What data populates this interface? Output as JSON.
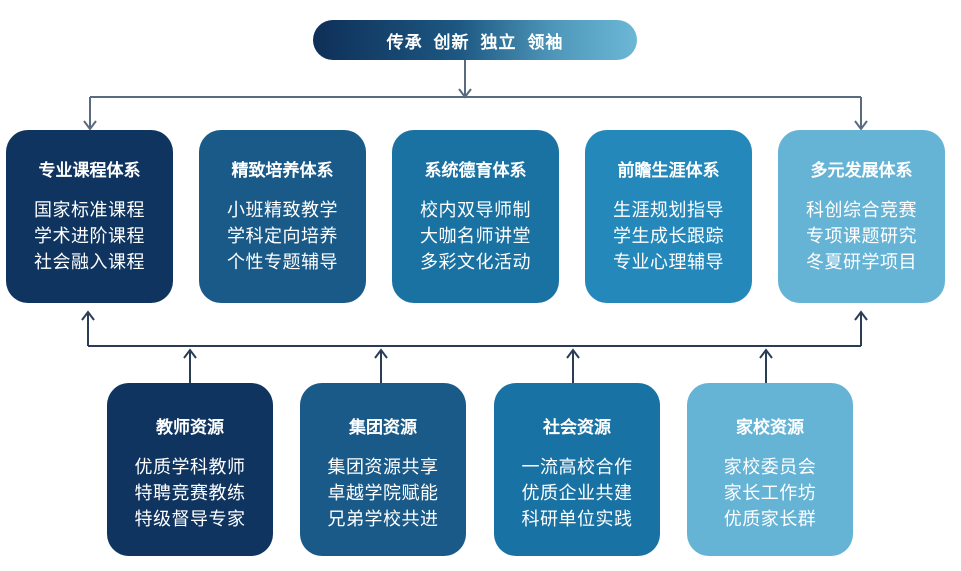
{
  "header": {
    "motto": "传承 创新 独立 领袖"
  },
  "systems": [
    {
      "title": "专业课程体系",
      "items": [
        "国家标准课程",
        "学术进阶课程",
        "社会融入课程"
      ],
      "color": "#0f3460"
    },
    {
      "title": "精致培养体系",
      "items": [
        "小班精致教学",
        "学科定向培养",
        "个性专题辅导"
      ],
      "color": "#1a5a88"
    },
    {
      "title": "系统德育体系",
      "items": [
        "校内双导师制",
        "大咖名师讲堂",
        "多彩文化活动"
      ],
      "color": "#1a72a3"
    },
    {
      "title": "前瞻生涯体系",
      "items": [
        "生涯规划指导",
        "学生成长跟踪",
        "专业心理辅导"
      ],
      "color": "#2488bb"
    },
    {
      "title": "多元发展体系",
      "items": [
        "科创综合竞赛",
        "专项课题研究",
        "冬夏研学项目"
      ],
      "color": "#65b3d5"
    }
  ],
  "resources": [
    {
      "title": "教师资源",
      "items": [
        "优质学科教师",
        "特聘竞赛教练",
        "特级督导专家"
      ],
      "color": "#0f3460"
    },
    {
      "title": "集团资源",
      "items": [
        "集团资源共享",
        "卓越学院赋能",
        "兄弟学校共进"
      ],
      "color": "#1a5a88"
    },
    {
      "title": "社会资源",
      "items": [
        "一流高校合作",
        "优质企业共建",
        "科研单位实践"
      ],
      "color": "#1872a4"
    },
    {
      "title": "家校资源",
      "items": [
        "家校委员会",
        "家长工作坊",
        "优质家长群"
      ],
      "color": "#65b3d5"
    }
  ],
  "line_color": "#5a6b80"
}
